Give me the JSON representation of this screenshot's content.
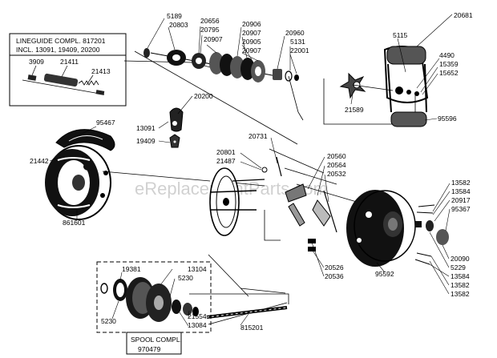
{
  "diagram": {
    "watermark": "eReplacementParts.com",
    "lineguide_box": {
      "title_line1": "LINEGUIDE COMPL. 817201",
      "title_line2": "INCL. 13091, 19409, 20200",
      "part_a": "3909",
      "part_b": "21411",
      "part_c": "21413"
    },
    "spool_box": {
      "title_line1": "SPOOL COMPL.",
      "title_line2": "970479"
    },
    "labels": {
      "l5189": "5189",
      "l20803": "20803",
      "l20656": "20656",
      "l20795": "20795",
      "l20907a": "20907",
      "l20906": "20906",
      "l20907b": "20907",
      "l20905": "20905",
      "l20907c": "20907",
      "l20960": "20960",
      "l5131": "5131",
      "l22001": "22001",
      "l20681": "20681",
      "l5115": "5115",
      "l4490": "4490",
      "l15359": "15359",
      "l15652": "15652",
      "l21589": "21589",
      "l95596": "95596",
      "l20200": "20200",
      "l95467": "95467",
      "l13091": "13091",
      "l19409": "19409",
      "l21442": "21442",
      "l861601": "861601",
      "l20731": "20731",
      "l20801": "20801",
      "l21487": "21487",
      "l20560": "20560",
      "l20564": "20564",
      "l20532": "20532",
      "l13582a": "13582",
      "l13584a": "13584",
      "l20917": "20917",
      "l95367": "95367",
      "l20526": "20526",
      "l20536": "20536",
      "l95592": "95592",
      "l20090": "20090",
      "l5229": "5229",
      "l13584b": "13584",
      "l13582b": "13582",
      "l13582c": "13582",
      "l19381": "19381",
      "l13104": "13104",
      "l5230a": "5230",
      "l5230b": "5230",
      "l21554": "21554",
      "l13084": "13084",
      "l815201": "815201"
    }
  }
}
